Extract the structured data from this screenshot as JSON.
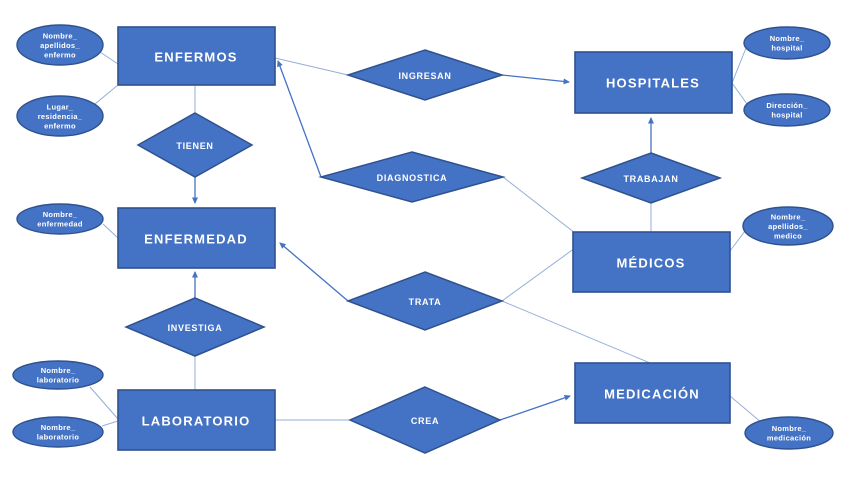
{
  "diagram": {
    "type": "entity-relationship",
    "background": "#ffffff",
    "colors": {
      "shape_fill": "#4472C4",
      "shape_border": "#2F528F",
      "connector_line": "#94AEDB",
      "arrow_line": "#4472C4",
      "label_text": "#FFFFFF"
    },
    "entities": [
      {
        "id": "enfermos",
        "label": "ENFERMOS"
      },
      {
        "id": "hospitales",
        "label": "HOSPITALES"
      },
      {
        "id": "enfermedad",
        "label": "ENFERMEDAD"
      },
      {
        "id": "medicos",
        "label": "MÉDICOS"
      },
      {
        "id": "laboratorio",
        "label": "LABORATORIO"
      },
      {
        "id": "medicacion",
        "label": "MEDICACIÓN"
      }
    ],
    "relationships": [
      {
        "id": "ingresan",
        "label": "INGRESAN",
        "connects": [
          "enfermos",
          "hospitales"
        ]
      },
      {
        "id": "tienen",
        "label": "TIENEN",
        "connects": [
          "enfermos",
          "enfermedad"
        ]
      },
      {
        "id": "diagnostica",
        "label": "DIAGNOSTICA",
        "connects": [
          "medicos",
          "enfermos"
        ]
      },
      {
        "id": "trabajan",
        "label": "TRABAJAN",
        "connects": [
          "medicos",
          "hospitales"
        ]
      },
      {
        "id": "trata",
        "label": "TRATA",
        "connects": [
          "medicos",
          "medicacion",
          "enfermedad"
        ]
      },
      {
        "id": "investiga",
        "label": "INVESTIGA",
        "connects": [
          "laboratorio",
          "enfermedad"
        ]
      },
      {
        "id": "crea",
        "label": "CREA",
        "connects": [
          "laboratorio",
          "medicacion"
        ]
      }
    ],
    "attributes": [
      {
        "id": "nombre-apellidos-enfermo",
        "of": "enfermos",
        "lines": [
          "Nombre_",
          "apellidos_",
          "enfermo"
        ]
      },
      {
        "id": "lugar-residencia-enfermo",
        "of": "enfermos",
        "lines": [
          "Lugar_",
          "residencia_",
          "enfermo"
        ]
      },
      {
        "id": "nombre-enfermedad",
        "of": "enfermedad",
        "lines": [
          "Nombre_",
          "enfermedad"
        ]
      },
      {
        "id": "nombre-laboratorio-1",
        "of": "laboratorio",
        "lines": [
          "Nombre_",
          "laboratorio"
        ]
      },
      {
        "id": "nombre-laboratorio-2",
        "of": "laboratorio",
        "lines": [
          "Nombre_",
          "laboratorio"
        ]
      },
      {
        "id": "nombre-hospital",
        "of": "hospitales",
        "lines": [
          "Nombre_",
          "hospital"
        ]
      },
      {
        "id": "direccion-hospital",
        "of": "hospitales",
        "lines": [
          "Dirección_",
          "hospital"
        ]
      },
      {
        "id": "nombre-apellidos-medico",
        "of": "medicos",
        "lines": [
          "Nombre_",
          "apellidos_",
          "medico"
        ]
      },
      {
        "id": "nombre-medicacion",
        "of": "medicacion",
        "lines": [
          "Nombre_",
          "medicación"
        ]
      }
    ]
  }
}
